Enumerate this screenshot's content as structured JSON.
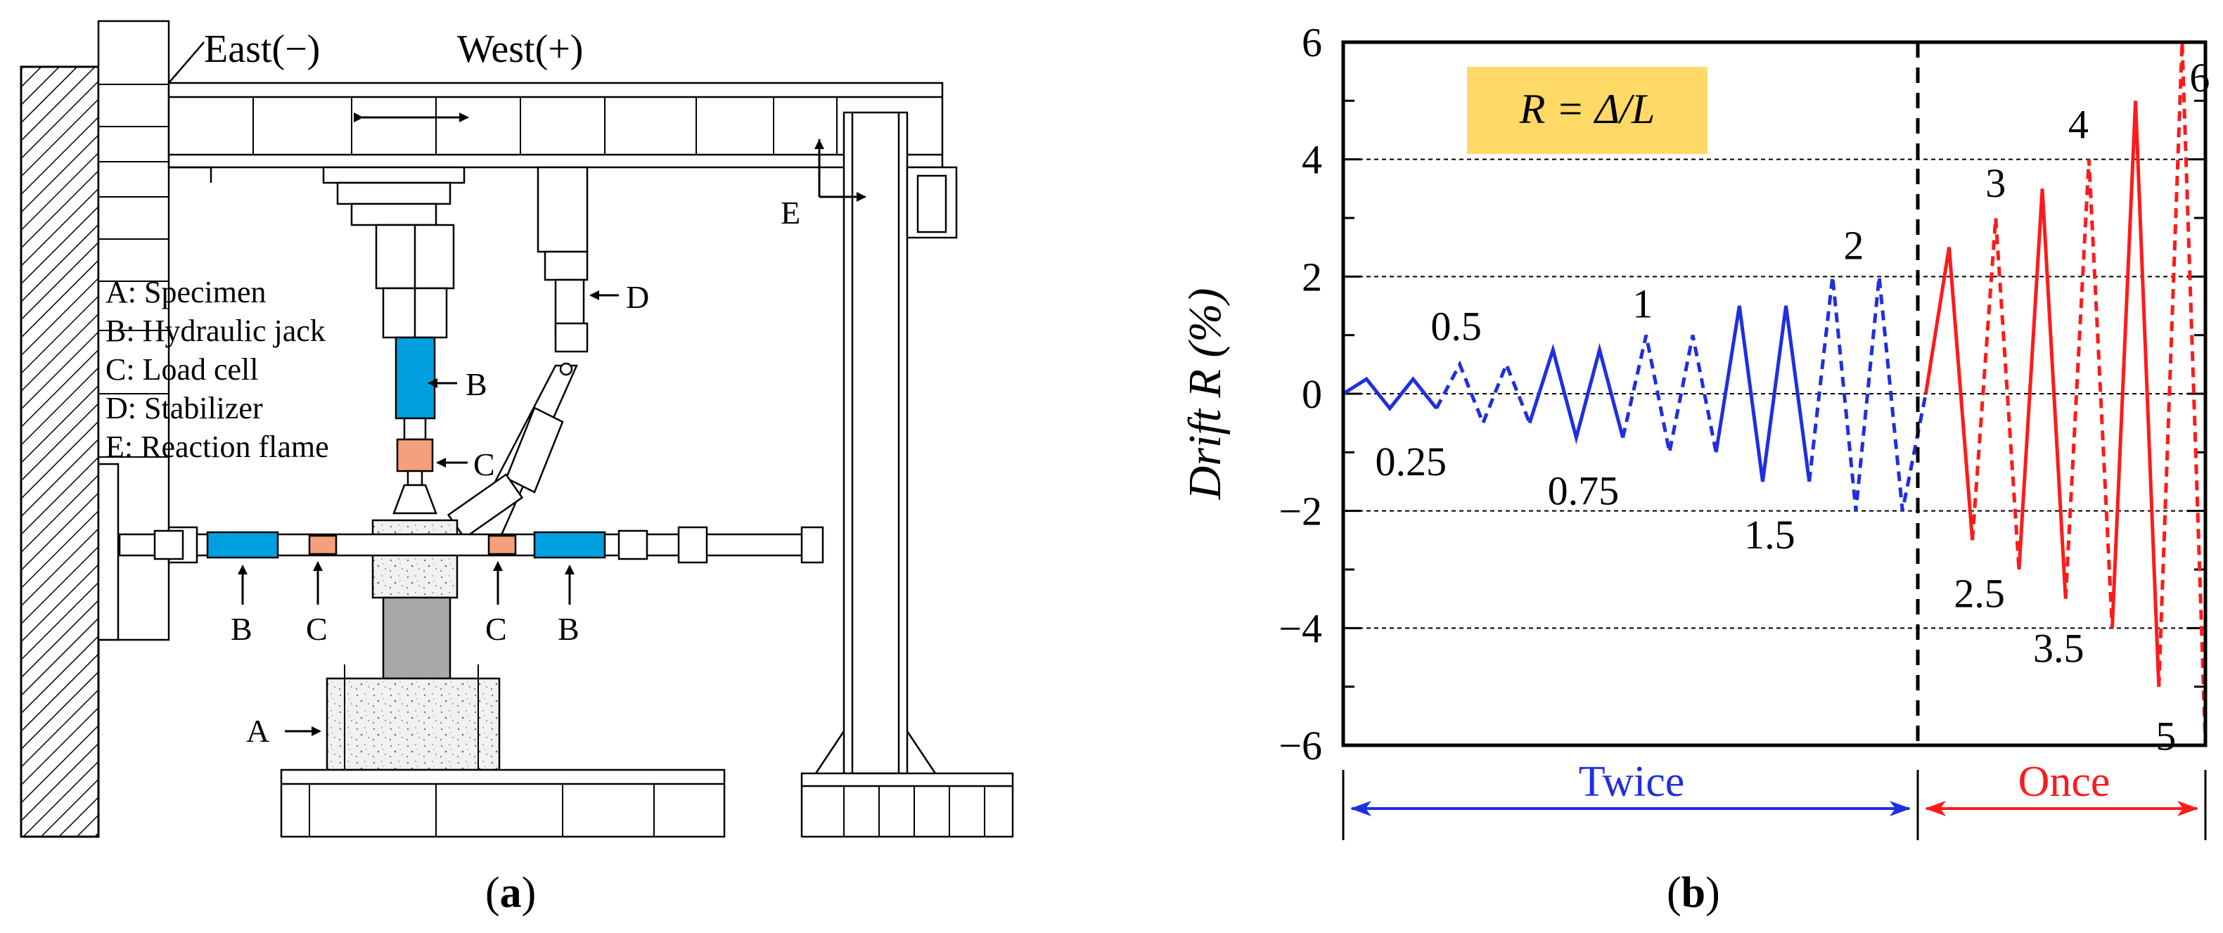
{
  "panel_a": {
    "direction_east": "East(−)",
    "direction_west": "West(+)",
    "legend": [
      "A: Specimen",
      "B: Hydraulic jack",
      "C: Load cell",
      "D: Stabilizer",
      "E: Reaction flame"
    ],
    "labels": {
      "a": "A",
      "b_top": "B",
      "b_left": "B",
      "b_right": "B",
      "c_top": "C",
      "c_left": "C",
      "c_right": "C",
      "d": "D",
      "e": "E"
    },
    "caption_open": "(",
    "caption_letter": "a",
    "caption_close": ")",
    "colors": {
      "jack": "#00A0E0",
      "load_cell": "#F4A07C",
      "wall_hatch": "#000000"
    }
  },
  "panel_b": {
    "formula": "R = Δ/L",
    "ylabel": "Drift R (%)",
    "yticks": [
      "6",
      "4",
      "2",
      "0",
      "−2",
      "−4",
      "−6"
    ],
    "twice": "Twice",
    "once": "Once",
    "caption_open": "(",
    "caption_letter": "b",
    "caption_close": ")",
    "colors": {
      "twice": "#1F2FE0",
      "once": "#FF1A1A",
      "formula_box": "#FFD966"
    }
  },
  "chart_data": {
    "type": "line",
    "ylabel": "Drift R (%)",
    "ylim": [
      -6,
      6
    ],
    "grid": true,
    "amplitude_labels": [
      "0.25",
      "0.5",
      "0.75",
      "1",
      "1.5",
      "2",
      "2.5",
      "3",
      "3.5",
      "4",
      "5",
      "6"
    ],
    "series": [
      {
        "amplitude": 0.25,
        "cycles": 2,
        "style": "solid",
        "color": "blue",
        "values": [
          0,
          0.25,
          -0.25,
          0.25,
          -0.25
        ]
      },
      {
        "amplitude": 0.5,
        "cycles": 2,
        "style": "dashed",
        "color": "blue",
        "values": [
          0.5,
          -0.5,
          0.5,
          -0.5
        ]
      },
      {
        "amplitude": 0.75,
        "cycles": 2,
        "style": "solid",
        "color": "blue",
        "values": [
          0.75,
          -0.75,
          0.75,
          -0.75
        ]
      },
      {
        "amplitude": 1,
        "cycles": 2,
        "style": "dashed",
        "color": "blue",
        "values": [
          1,
          -1,
          1,
          -1
        ]
      },
      {
        "amplitude": 1.5,
        "cycles": 2,
        "style": "solid",
        "color": "blue",
        "values": [
          1.5,
          -1.5,
          1.5,
          -1.5
        ]
      },
      {
        "amplitude": 2,
        "cycles": 2,
        "style": "dashed",
        "color": "blue",
        "values": [
          2,
          -2,
          2,
          -2,
          0
        ]
      },
      {
        "amplitude": 2.5,
        "cycles": 1,
        "style": "solid",
        "color": "red",
        "values": [
          2.5,
          -2.5
        ]
      },
      {
        "amplitude": 3,
        "cycles": 1,
        "style": "dashed",
        "color": "red",
        "values": [
          3,
          -3
        ]
      },
      {
        "amplitude": 3.5,
        "cycles": 1,
        "style": "solid",
        "color": "red",
        "values": [
          3.5,
          -3.5
        ]
      },
      {
        "amplitude": 4,
        "cycles": 1,
        "style": "dashed",
        "color": "red",
        "values": [
          4,
          -4
        ]
      },
      {
        "amplitude": 5,
        "cycles": 1,
        "style": "solid",
        "color": "red",
        "values": [
          5,
          -5
        ]
      },
      {
        "amplitude": 6,
        "cycles": 1,
        "style": "dashed",
        "color": "red",
        "values": [
          6,
          -6
        ]
      }
    ]
  }
}
